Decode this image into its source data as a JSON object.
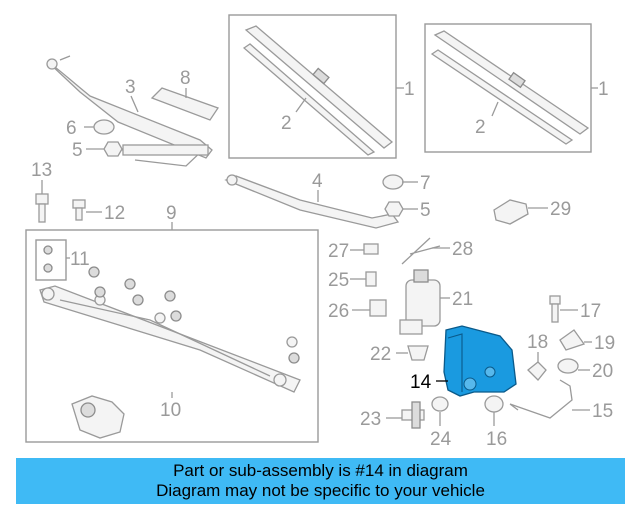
{
  "callouts": {
    "c1a": "1",
    "c1b": "1",
    "c2a": "2",
    "c2b": "2",
    "c3": "3",
    "c4": "4",
    "c5a": "5",
    "c5b": "5",
    "c6": "6",
    "c7": "7",
    "c8": "8",
    "c9": "9",
    "c10": "10",
    "c11": "11",
    "c12": "12",
    "c13": "13",
    "c14": "14",
    "c15": "15",
    "c16": "16",
    "c17": "17",
    "c18": "18",
    "c19": "19",
    "c20": "20",
    "c21": "21",
    "c22": "22",
    "c23": "23",
    "c24": "24",
    "c25": "25",
    "c26": "26",
    "c27": "27",
    "c28": "28",
    "c29": "29"
  },
  "highlighted_part": "14",
  "colors": {
    "banner": "#3fbaf5",
    "highlight_fill": "#1a9ae0",
    "line": "#9a9a9a"
  },
  "banner": {
    "line1": "Part or sub-assembly is #14 in diagram",
    "line2": "Diagram may not be specific to your vehicle"
  }
}
